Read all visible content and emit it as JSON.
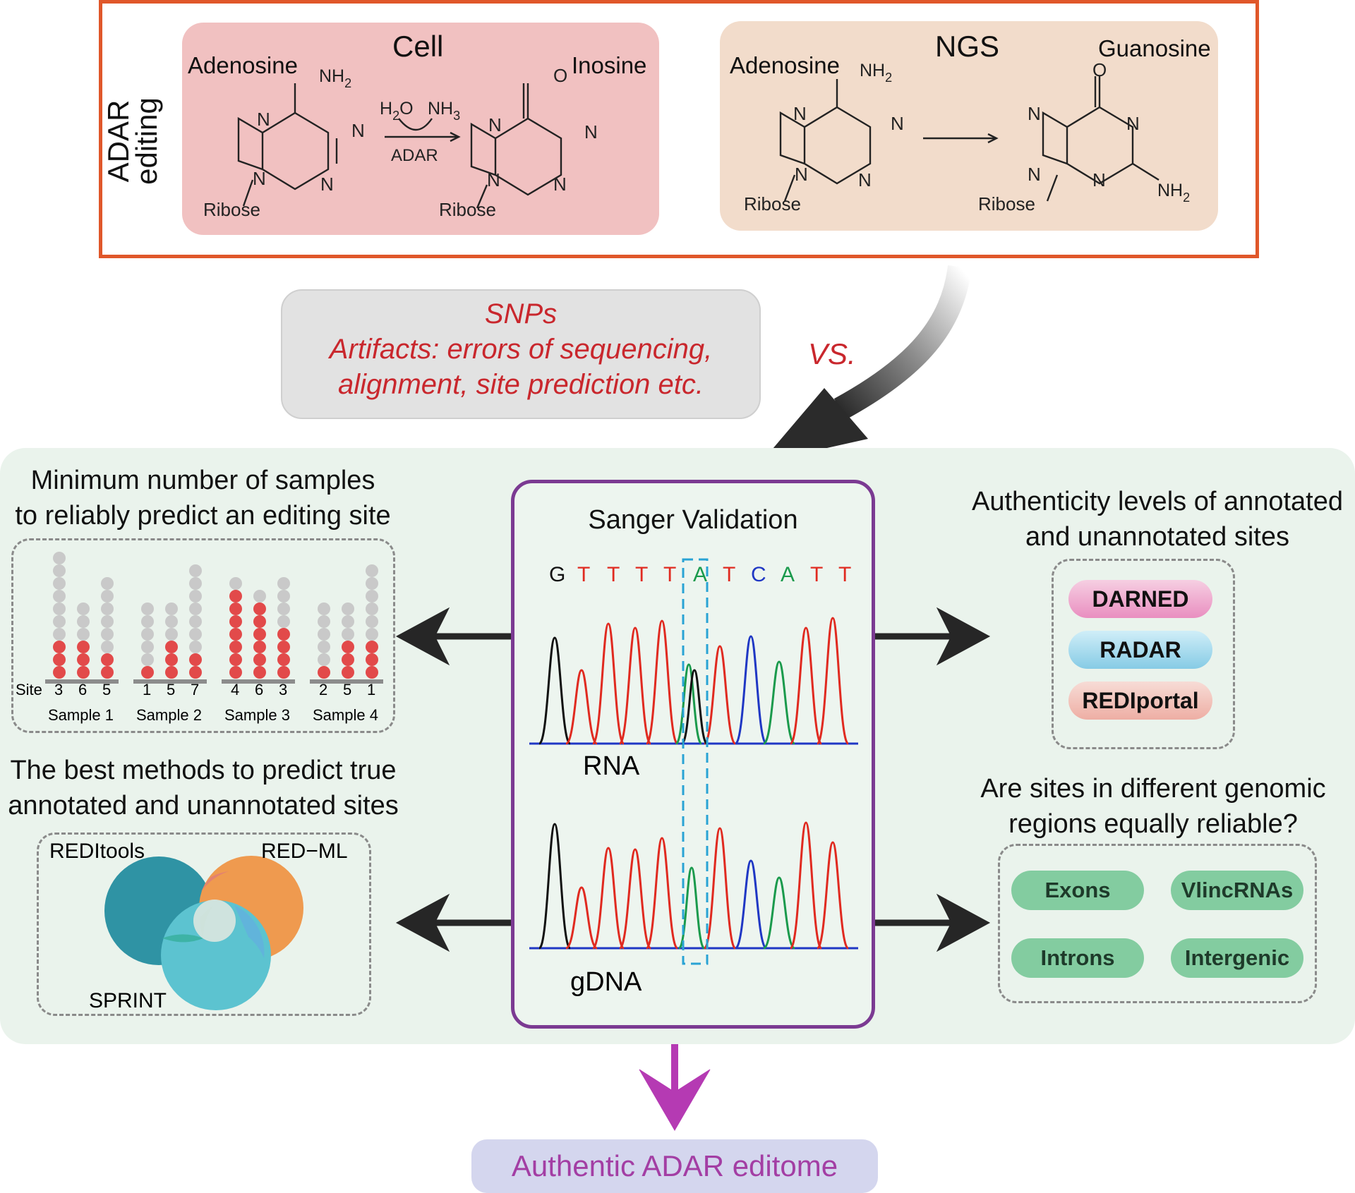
{
  "top": {
    "side_label": "ADAR editing",
    "cell": {
      "title": "Cell",
      "reactant": "Adenosine",
      "product": "Inosine",
      "amino": "NH",
      "amino_sub": "2",
      "reagent_in": "H",
      "reagent_in_sub": "2",
      "reagent_in_tail": "O",
      "reagent_out": "NH",
      "reagent_out_sub": "3",
      "enzyme": "ADAR",
      "oxygen": "O",
      "sugar": "Ribose",
      "nitrogen": "N"
    },
    "ngs": {
      "title": "NGS",
      "reactant": "Adenosine",
      "product": "Guanosine",
      "amino": "NH",
      "amino_sub": "2",
      "oxygen": "O",
      "sugar": "Ribose",
      "nitrogen": "N"
    }
  },
  "confounders": {
    "line1": "SNPs",
    "line2": "Artifacts: errors of sequencing,",
    "line3": "alignment, site prediction etc.",
    "vs": "VS."
  },
  "min_samples": {
    "heading_line1": "Minimum number of samples",
    "heading_line2": "to reliably predict an editing site",
    "site_label": "Site",
    "samples": [
      {
        "label": "Sample 1",
        "sites": [
          "3",
          "6",
          "5"
        ],
        "edited": [
          3,
          3,
          2
        ],
        "total": [
          10,
          6,
          8
        ]
      },
      {
        "label": "Sample 2",
        "sites": [
          "1",
          "5",
          "7"
        ],
        "edited": [
          1,
          3,
          2
        ],
        "total": [
          6,
          6,
          9
        ]
      },
      {
        "label": "Sample 3",
        "sites": [
          "4",
          "6",
          "3"
        ],
        "edited": [
          7,
          6,
          4
        ],
        "total": [
          8,
          7,
          8
        ]
      },
      {
        "label": "Sample 4",
        "sites": [
          "2",
          "5",
          "1"
        ],
        "edited": [
          1,
          3,
          3
        ],
        "total": [
          6,
          6,
          9
        ]
      }
    ]
  },
  "best_methods": {
    "heading_line1": "The best methods to predict true",
    "heading_line2": "annotated and unannotated sites",
    "tools": [
      "REDItools",
      "RED−ML",
      "SPRINT"
    ],
    "colors": [
      "#2f93a4",
      "#ef9a4f",
      "#5cc3d0"
    ]
  },
  "sanger": {
    "title": "Sanger Validation",
    "sequence": [
      "G",
      "T",
      "T",
      "T",
      "T",
      "A",
      "T",
      "C",
      "A",
      "T",
      "T"
    ],
    "base_colors": {
      "G": "#111111",
      "T": "#e02a20",
      "A": "#1a9a4c",
      "C": "#1f37c4"
    },
    "trace1_label": "RNA",
    "trace2_label": "gDNA"
  },
  "authenticity": {
    "heading_line1": "Authenticity levels of annotated",
    "heading_line2": "and unannotated sites",
    "databases": [
      "DARNED",
      "RADAR",
      "REDIportal"
    ],
    "colors": [
      "#eeaad0",
      "#a6dcef",
      "#f3c6bf"
    ]
  },
  "genomic": {
    "heading_line1": "Are sites in different genomic",
    "heading_line2": "regions equally reliable?",
    "regions": [
      "Exons",
      "VlincRNAs",
      "Introns",
      "Intergenic"
    ]
  },
  "result": "Authentic ADAR editome"
}
